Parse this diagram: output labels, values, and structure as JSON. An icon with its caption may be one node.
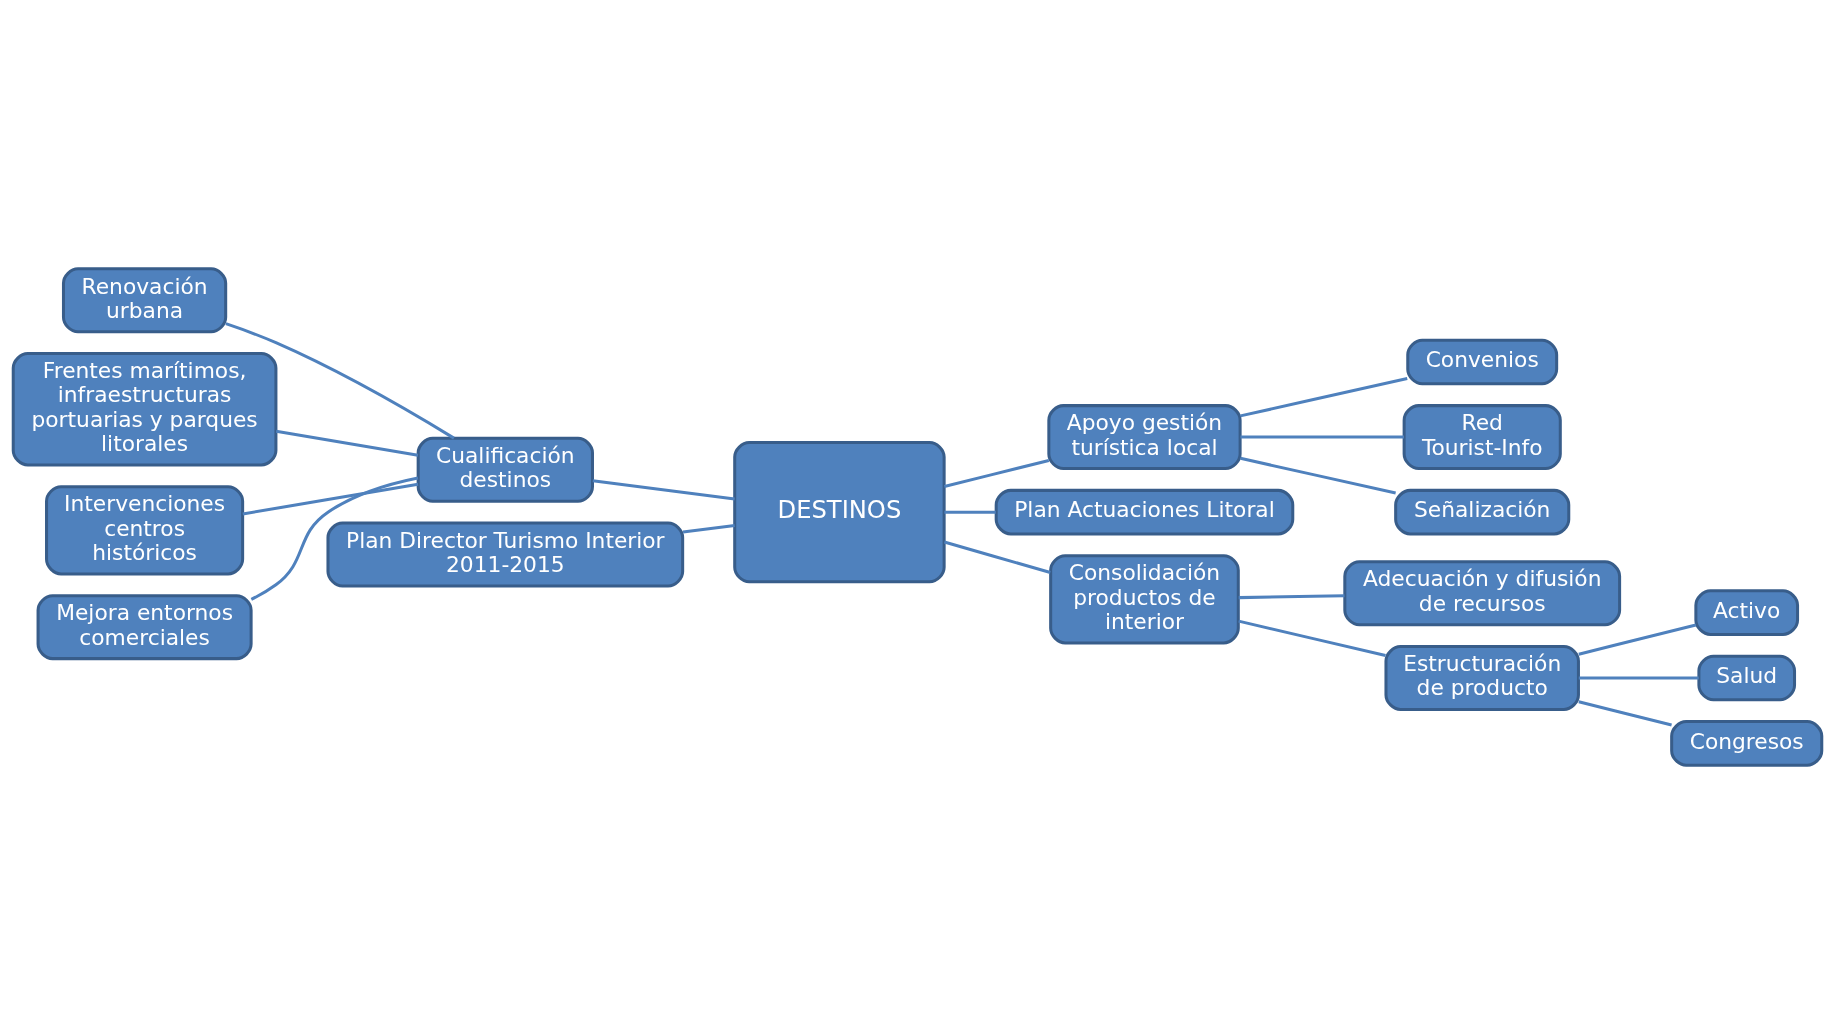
{
  "diagram": {
    "nodes": [
      {
        "text": [
          "DESTINOS"
        ]
      },
      {
        "text": [
          "Cualificación destinos"
        ]
      },
      {
        "text": [
          "Renovación urbana"
        ]
      },
      {
        "text": [
          "Frentes marítimos, infraestructuras portuarias y parques litorales"
        ]
      },
      {
        "text": [
          "Intervenciones centros históricos"
        ]
      },
      {
        "text": [
          "Mejora entornos comerciales"
        ]
      },
      {
        "text": [
          "Apoyo gestión turística local"
        ]
      },
      {
        "text": [
          "Convenios"
        ]
      },
      {
        "text": [
          "Red Tourist-Info"
        ]
      },
      {
        "text": [
          "Señalización"
        ]
      },
      {
        "text": [
          "Plan Actuaciones Litoral"
        ]
      },
      {
        "text": [
          "Consolidación productos de interior"
        ]
      },
      {
        "text": [
          "Adecuación y difusión de recursos"
        ]
      },
      {
        "text": [
          "Estructuración de producto"
        ]
      },
      {
        "text": [
          "Activo"
        ]
      },
      {
        "text": [
          "Salud"
        ]
      },
      {
        "text": [
          "Congresos"
        ]
      },
      {
        "text": [
          "Plan Director Turismo Interior 2011-2015"
        ]
      }
    ],
    "edges": [
      {
        "from": 0,
        "to": 1,
        "arrow": "none"
      },
      {
        "from": 1,
        "to": 2,
        "arrow": "none"
      },
      {
        "from": 1,
        "to": 3,
        "arrow": "none"
      },
      {
        "from": 1,
        "to": 4,
        "arrow": "none"
      },
      {
        "from": 1,
        "to": 5,
        "arrow": "none"
      },
      {
        "from": 0,
        "to": 6,
        "arrow": "none"
      },
      {
        "from": 6,
        "to": 7,
        "arrow": "none"
      },
      {
        "from": 6,
        "to": 8,
        "arrow": "none"
      },
      {
        "from": 6,
        "to": 9,
        "arrow": "none"
      },
      {
        "from": 0,
        "to": 10,
        "arrow": "none"
      },
      {
        "from": 0,
        "to": 11,
        "arrow": "none"
      },
      {
        "from": 11,
        "to": 12,
        "arrow": "none"
      },
      {
        "from": 11,
        "to": 13,
        "arrow": "none"
      },
      {
        "from": 13,
        "to": 14,
        "arrow": "none"
      },
      {
        "from": 13,
        "to": 15,
        "arrow": "none"
      },
      {
        "from": 13,
        "to": 16,
        "arrow": "none"
      },
      {
        "from": 0,
        "to": 17,
        "arrow": "none"
      }
    ]
  }
}
